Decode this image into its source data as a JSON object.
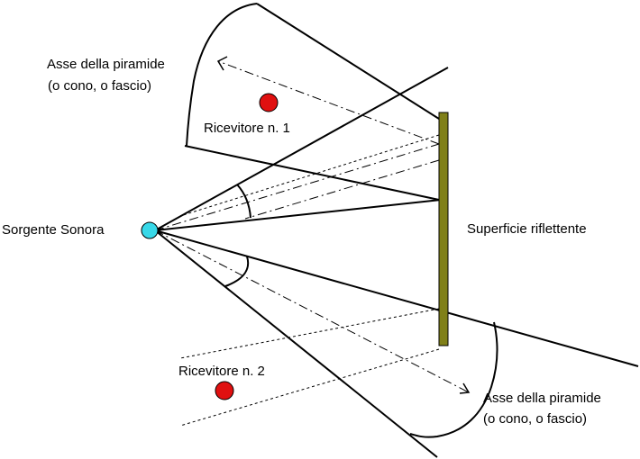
{
  "labels": {
    "axis_top_line1": "Asse della piramide",
    "axis_top_line2": "(o cono, o fascio)",
    "receiver_1": "Ricevitore n. 1",
    "source": "Sorgente Sonora",
    "surface": "Superficie riflettente",
    "receiver_2": "Ricevitore n. 2",
    "axis_bottom_line1": "Asse della piramide",
    "axis_bottom_line2": "(o cono, o fascio)"
  },
  "colors": {
    "source": "#38d8e8",
    "receiver": "#e01010",
    "surface": "#808018",
    "line": "#000000"
  }
}
